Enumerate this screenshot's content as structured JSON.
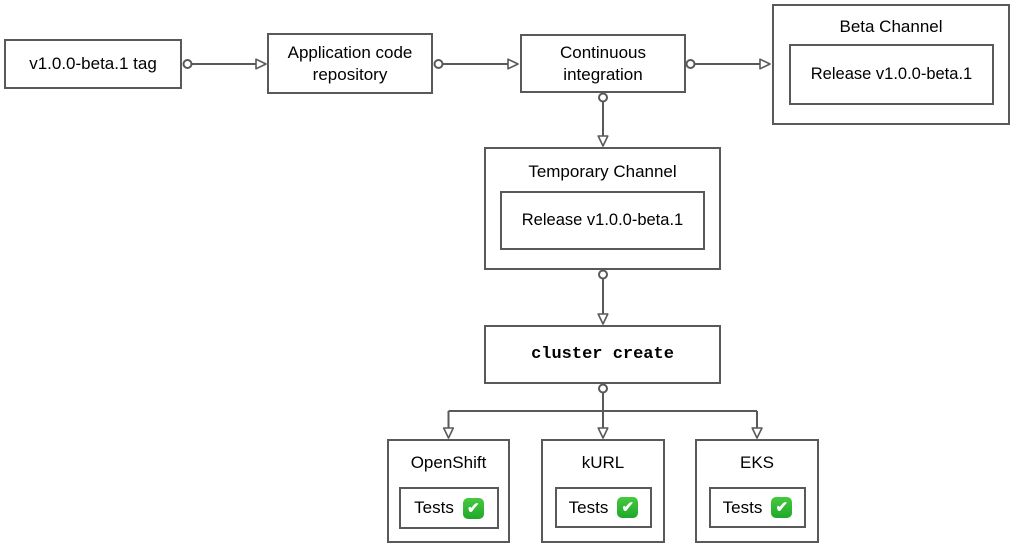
{
  "diagram": {
    "nodes": {
      "tag": {
        "label": "v1.0.0-beta.1 tag"
      },
      "repo": {
        "label": "Application code\nrepository"
      },
      "ci": {
        "label": "Continuous\nintegration"
      },
      "beta_channel": {
        "title": "Beta Channel",
        "release_label": "Release v1.0.0-beta.1"
      },
      "temporary_channel": {
        "title": "Temporary Channel",
        "release_label": "Release v1.0.0-beta.1"
      },
      "cluster_create": {
        "label": "cluster create"
      },
      "clusters": [
        {
          "title": "OpenShift",
          "tests_label": "Tests",
          "status": "passed"
        },
        {
          "title": "kURL",
          "tests_label": "Tests",
          "status": "passed"
        },
        {
          "title": "EKS",
          "tests_label": "Tests",
          "status": "passed"
        }
      ]
    },
    "icons": {
      "check_glyph": "✔",
      "check_icon_name": "check-mark-button"
    },
    "colors": {
      "stroke": "#595959",
      "text": "#000000",
      "background": "#ffffff",
      "check_green_top": "#47c93f",
      "check_green_bottom": "#1ea82a",
      "check_mark": "#ffffff"
    }
  }
}
